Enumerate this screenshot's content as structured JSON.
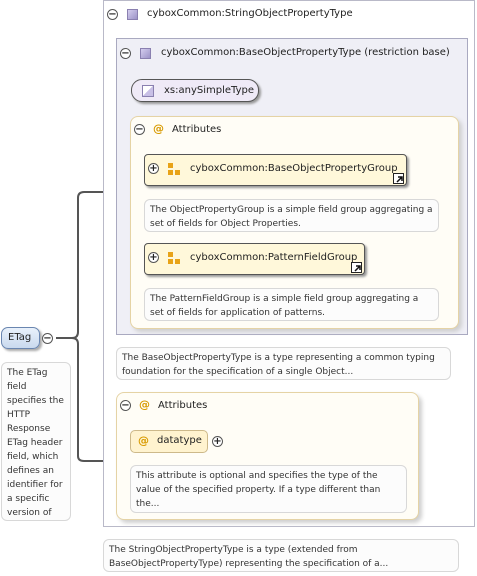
{
  "etag": {
    "label": "ETag",
    "doc": "The ETag field specifies the HTTP Response ETag header field, which defines an identifier for a specific version of a..."
  },
  "string_type": {
    "label": "cyboxCommon:StringObjectPropertyType",
    "doc": "The StringObjectPropertyType is a type (extended from BaseObjectPropertyType) representing the specification of a..."
  },
  "base_type": {
    "label": "cyboxCommon:BaseObjectPropertyType (restriction base)",
    "doc": "The BaseObjectPropertyType is a type representing a common typing foundation for the specification of a single Object..."
  },
  "simple_type": {
    "label": "xs:anySimpleType"
  },
  "base_attributes": {
    "header": "Attributes",
    "groups": [
      {
        "label": "cyboxCommon:BaseObjectPropertyGroup",
        "doc": "The ObjectPropertyGroup is a simple field group aggregating a set of fields for Object Properties."
      },
      {
        "label": "cyboxCommon:PatternFieldGroup",
        "doc": "The PatternFieldGroup is a simple field group aggregating a set of fields for application of patterns."
      }
    ]
  },
  "string_attributes": {
    "header": "Attributes",
    "datatype": {
      "label": "datatype",
      "doc": "This attribute is optional and specifies the type of the value of the specified property. If a type different than the..."
    }
  },
  "toggle_symbols": {
    "collapse": "−",
    "expand": "+"
  },
  "icons": {
    "at_symbol": "@"
  }
}
